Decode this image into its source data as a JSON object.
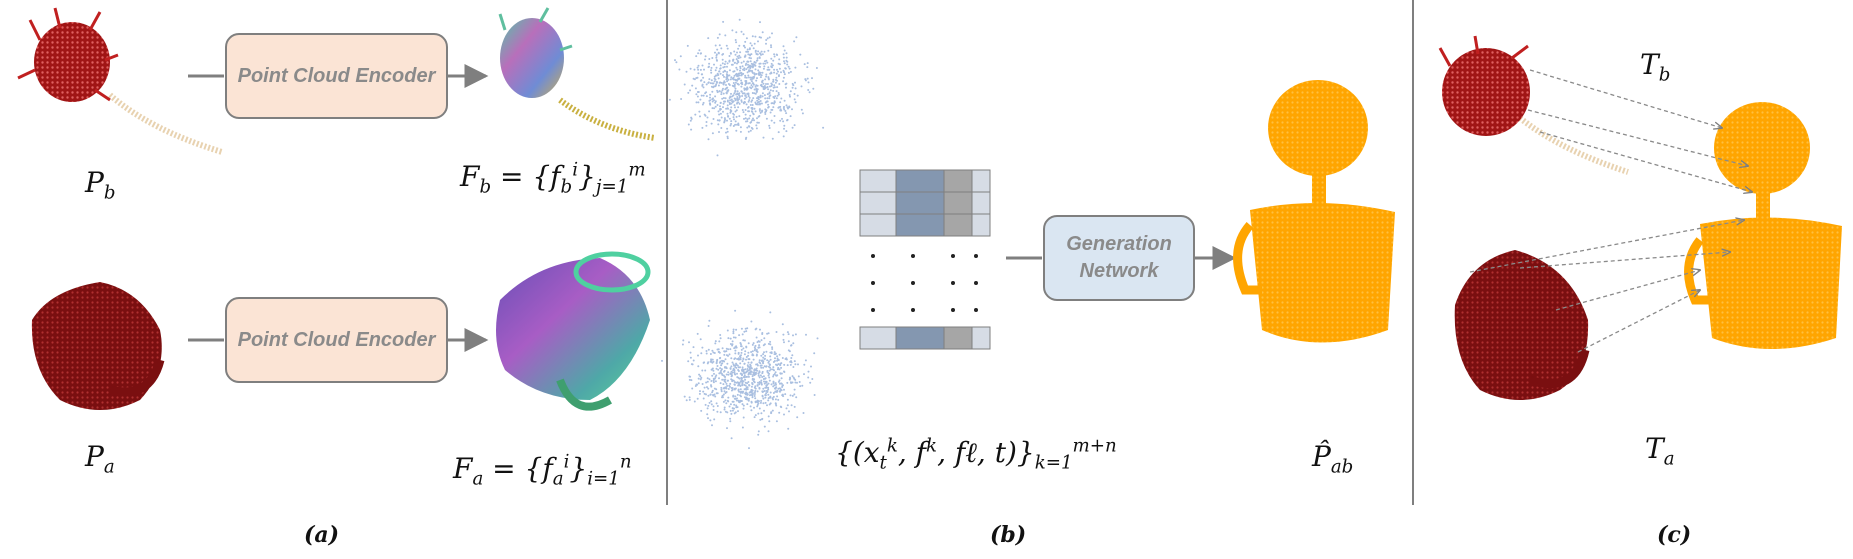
{
  "encoder_label": "Point Cloud Encoder",
  "generator_label": "Generation Network",
  "labels": {
    "pb": "P_b",
    "fb": "F_b = {f_b^i}_{j=1}^m",
    "pa": "P_a",
    "fa": "F_a = {f_a^i}_{i=1}^n",
    "seq": "{(x_t^k, f^k, f_ℓ, t)}_{k=1}^{m+n}",
    "pab": "P̂_ab",
    "tb": "T_b",
    "ta": "T_a"
  },
  "panels": [
    "(a)",
    "(b)",
    "(c)"
  ],
  "colors": {
    "red_points": "#8b1010",
    "orange_points": "#ffa500",
    "noise_points": "#a9bfe0",
    "token_light": "#d6dce5",
    "token_mid": "#8497b0",
    "token_gray": "#a6a6a6"
  }
}
